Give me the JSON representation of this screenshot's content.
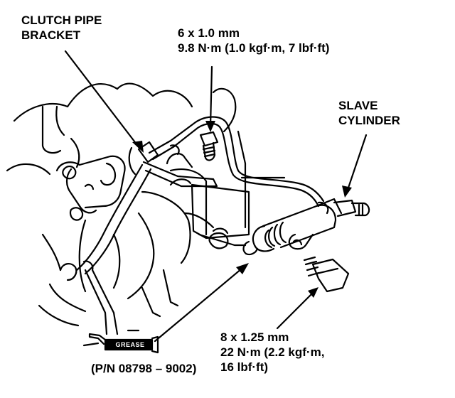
{
  "labels": {
    "clutch_pipe_bracket": [
      "CLUTCH PIPE",
      "BRACKET"
    ],
    "top_bolt": {
      "size": "6 x 1.0 mm",
      "torque": "9.8 N·m (1.0 kgf·m, 7 lbf·ft)"
    },
    "slave_cylinder": [
      "SLAVE",
      "CYLINDER"
    ],
    "bottom_bolt": {
      "size": "8 x 1.25 mm",
      "torque_line1": "22 N·m (2.2 kgf·m,",
      "torque_line2": "16 lbf·ft)"
    },
    "grease": {
      "tube_text": "GREASE",
      "part_number": "(P/N 08798 – 9002)"
    }
  },
  "colors": {
    "ink": "#000000",
    "paper": "#ffffff"
  }
}
